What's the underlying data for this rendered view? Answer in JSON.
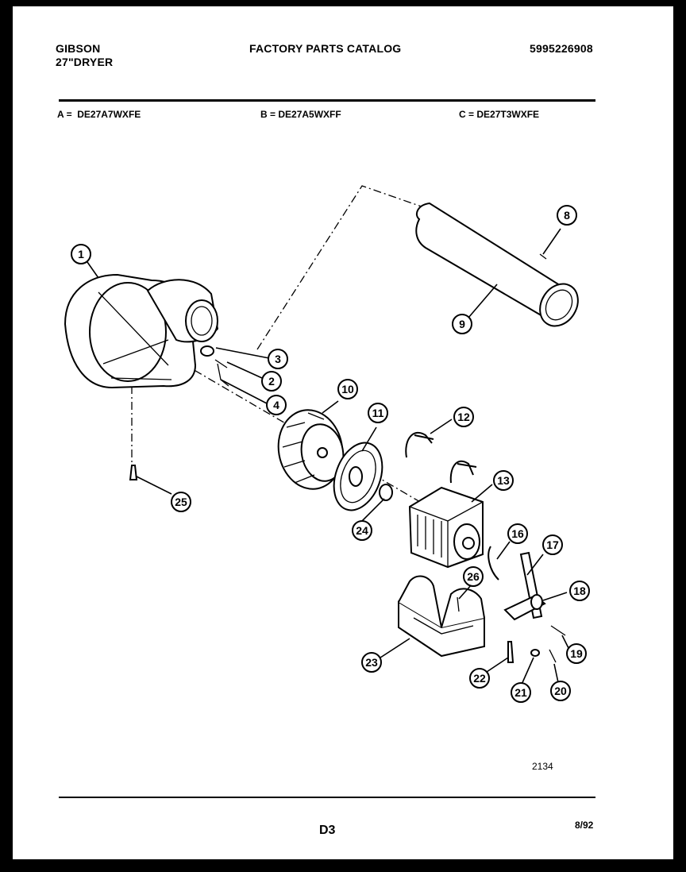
{
  "header": {
    "brand": "GIBSON",
    "product": "27\"DRYER",
    "catalog_title": "FACTORY PARTS CATALOG",
    "catalog_number": "5995226908"
  },
  "models": [
    {
      "code": "A",
      "model": "DE27A7WXFE"
    },
    {
      "code": "B",
      "model": "DE27A5WXFF"
    },
    {
      "code": "C",
      "model": "DE27T3WXFE"
    }
  ],
  "callouts": [
    "1",
    "2",
    "3",
    "4",
    "8",
    "9",
    "10",
    "11",
    "12",
    "13",
    "16",
    "17",
    "18",
    "19",
    "20",
    "21",
    "22",
    "23",
    "24",
    "25",
    "26"
  ],
  "drawing_number": "2134",
  "footer": {
    "page_code": "D3",
    "date": "8/92"
  }
}
